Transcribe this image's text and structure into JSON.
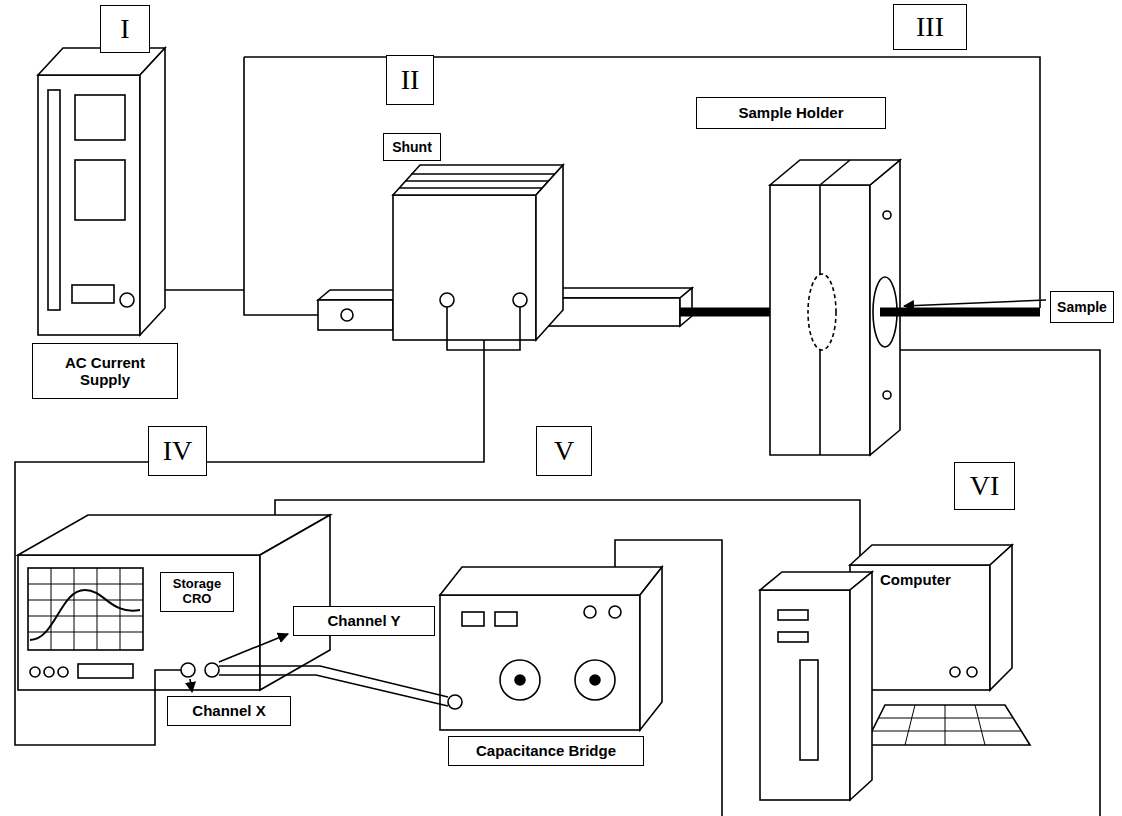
{
  "diagram": {
    "nodes": [
      {
        "text": [
          "I"
        ]
      },
      {
        "text": [
          "II"
        ]
      },
      {
        "text": [
          "Shunt"
        ]
      },
      {
        "text": [
          "III"
        ]
      },
      {
        "text": [
          "Sample Holder"
        ]
      },
      {
        "text": [
          "Sample"
        ]
      },
      {
        "text": [
          "AC Current Supply"
        ]
      },
      {
        "text": [
          "IV"
        ]
      },
      {
        "text": [
          "V"
        ]
      },
      {
        "text": [
          "VI"
        ]
      },
      {
        "text": [
          "Storage CRO"
        ]
      },
      {
        "text": [
          "Channel Y"
        ]
      },
      {
        "text": [
          "Channel X"
        ]
      },
      {
        "text": [
          "Capacitance Bridge"
        ]
      }
    ],
    "labels": [
      "Computer"
    ]
  }
}
